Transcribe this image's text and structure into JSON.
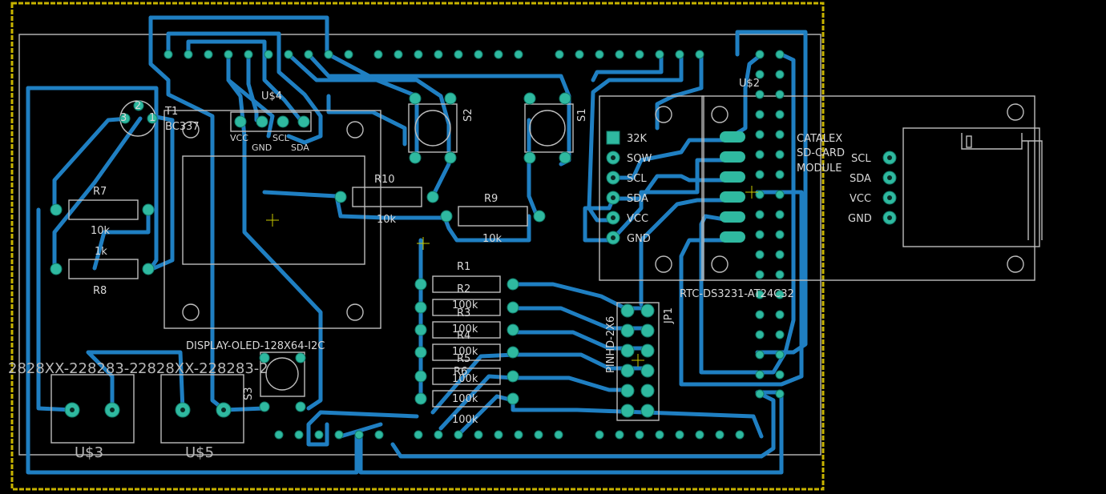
{
  "title": "",
  "colors": {
    "background": "#000000",
    "trace": "#1f7fc2",
    "pad": "#2fb9a0",
    "outline": "#bdbdbd",
    "board_edge": "#c8b400",
    "text": "#d8d8d8"
  },
  "components": {
    "T1": {
      "name": "T1",
      "value": "BC337",
      "pins": [
        "3",
        "2",
        "1"
      ]
    },
    "U4": {
      "name": "U$4",
      "pins": [
        "VCC",
        "GND",
        "SCL",
        "SDA"
      ],
      "label": "DISPLAY-OLED-128X64-I2C"
    },
    "S2": {
      "name": "S2"
    },
    "S1": {
      "name": "S1"
    },
    "S3": {
      "name": "S3"
    },
    "R7": {
      "name": "R7",
      "value": "10k"
    },
    "R8": {
      "name": "R8",
      "value": "1k"
    },
    "R10": {
      "name": "R10",
      "value": "10k"
    },
    "R9": {
      "name": "R9",
      "value": "10k"
    },
    "resistor_bank": {
      "names": [
        "R1",
        "R2",
        "R3",
        "R4",
        "R5",
        "R6"
      ],
      "values": [
        "100k",
        "100k",
        "100k",
        "100k",
        "100k",
        "100k"
      ]
    },
    "JP1": {
      "name": "JP1",
      "value": "PINHD-2X6"
    },
    "RTC": {
      "pins": [
        "32K",
        "SQW",
        "SCL",
        "SDA",
        "VCC",
        "GND"
      ],
      "label": "RTC-DS3231-AT24C32"
    },
    "U2": {
      "name": "U$2"
    },
    "SD": {
      "label_lines": [
        "CATALEX",
        "SD-CARD",
        "MODULE"
      ],
      "pins": [
        "SCL",
        "SDA",
        "VCC",
        "GND"
      ]
    },
    "U3": {
      "name": "U$3",
      "value": "2828XX-228283-2"
    },
    "U5": {
      "name": "U$5",
      "value": "2828XX-228283-2"
    }
  }
}
